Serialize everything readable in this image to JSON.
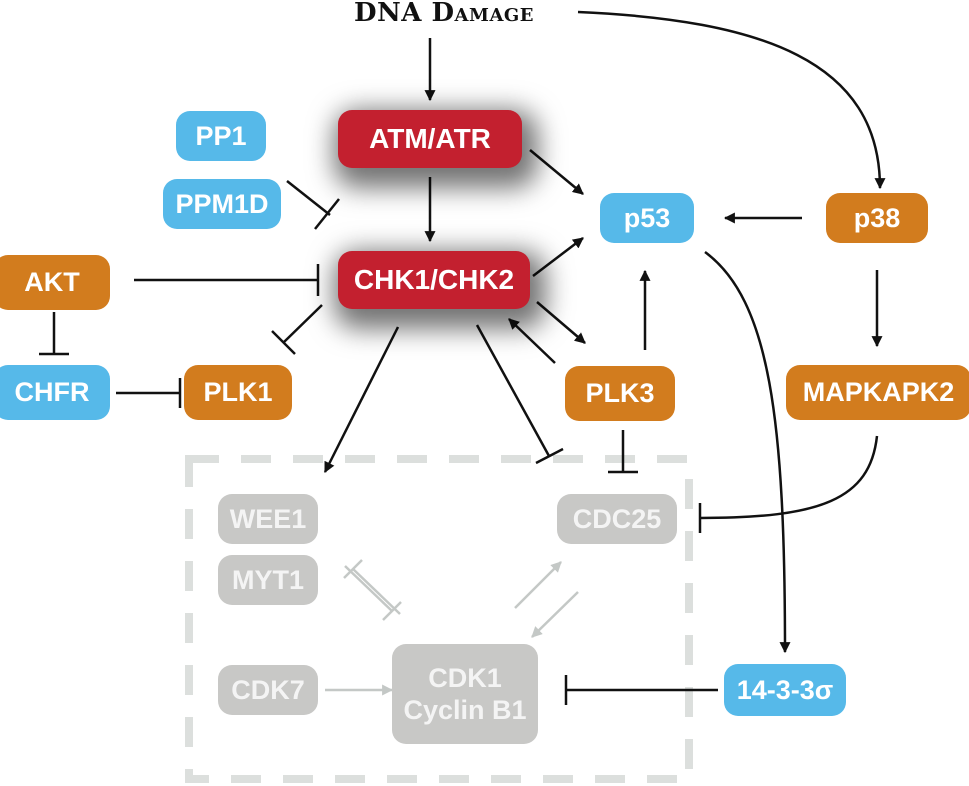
{
  "diagram": {
    "title": "DNA Damage",
    "nodes": {
      "atm_atr": "ATM/ATR",
      "chk1_chk2": "CHK1/CHK2",
      "pp1": "PP1",
      "ppm1d": "PPM1D",
      "akt": "AKT",
      "chfr": "CHFR",
      "plk1": "PLK1",
      "p53": "p53",
      "p38": "p38",
      "plk3": "PLK3",
      "mapkapk2": "MAPKAPK2",
      "wee1": "WEE1",
      "myt1": "MYT1",
      "cdc25": "CDC25",
      "cdk7": "CDK7",
      "cdk1": "CDK1",
      "cyclin_b1": "Cyclin B1",
      "fourteen_three_three": "14-3-3σ"
    },
    "colors": {
      "core_kinase": "#c3202f",
      "blue_protein": "#56b9e9",
      "orange_protein": "#d27c1e",
      "cell_cycle_machinery": "#c8c8c6",
      "edge_active": "#111111",
      "edge_inactive": "#c4c8c6"
    },
    "edges": [
      {
        "from": "DNA Damage",
        "to": "ATM/ATR",
        "type": "activation"
      },
      {
        "from": "DNA Damage",
        "to": "p38",
        "type": "activation"
      },
      {
        "from": "ATM/ATR",
        "to": "CHK1/CHK2",
        "type": "activation"
      },
      {
        "from": "ATM/ATR",
        "to": "p53",
        "type": "activation"
      },
      {
        "from": "PPM1D",
        "to": "CHK1/CHK2",
        "type": "inhibition"
      },
      {
        "from": "AKT",
        "to": "CHK1/CHK2",
        "type": "inhibition"
      },
      {
        "from": "AKT",
        "to": "CHFR",
        "type": "inhibition"
      },
      {
        "from": "CHFR",
        "to": "PLK1",
        "type": "inhibition"
      },
      {
        "from": "CHK1/CHK2",
        "to": "PLK1",
        "type": "inhibition"
      },
      {
        "from": "CHK1/CHK2",
        "to": "p53",
        "type": "activation"
      },
      {
        "from": "CHK1/CHK2",
        "to": "PLK3",
        "type": "activation"
      },
      {
        "from": "PLK3",
        "to": "CHK1/CHK2",
        "type": "activation"
      },
      {
        "from": "PLK3",
        "to": "p53",
        "type": "activation"
      },
      {
        "from": "p38",
        "to": "p53",
        "type": "activation"
      },
      {
        "from": "p38",
        "to": "MAPKAPK2",
        "type": "activation"
      },
      {
        "from": "CHK1/CHK2",
        "to": "WEE1",
        "type": "activation"
      },
      {
        "from": "CHK1/CHK2",
        "to": "CDC25",
        "type": "inhibition"
      },
      {
        "from": "PLK3",
        "to": "CDC25",
        "type": "inhibition"
      },
      {
        "from": "MAPKAPK2",
        "to": "CDC25",
        "type": "inhibition"
      },
      {
        "from": "p53",
        "to": "14-3-3σ",
        "type": "activation"
      },
      {
        "from": "14-3-3σ",
        "to": "CDK1/Cyclin B1",
        "type": "inhibition"
      },
      {
        "from": "WEE1/MYT1",
        "to": "CDK1/Cyclin B1",
        "type": "inhibition"
      },
      {
        "from": "CDK7",
        "to": "CDK1/Cyclin B1",
        "type": "activation"
      },
      {
        "from": "CDK1/Cyclin B1",
        "to": "CDC25",
        "type": "activation"
      },
      {
        "from": "CDC25",
        "to": "CDK1/Cyclin B1",
        "type": "activation"
      }
    ]
  }
}
